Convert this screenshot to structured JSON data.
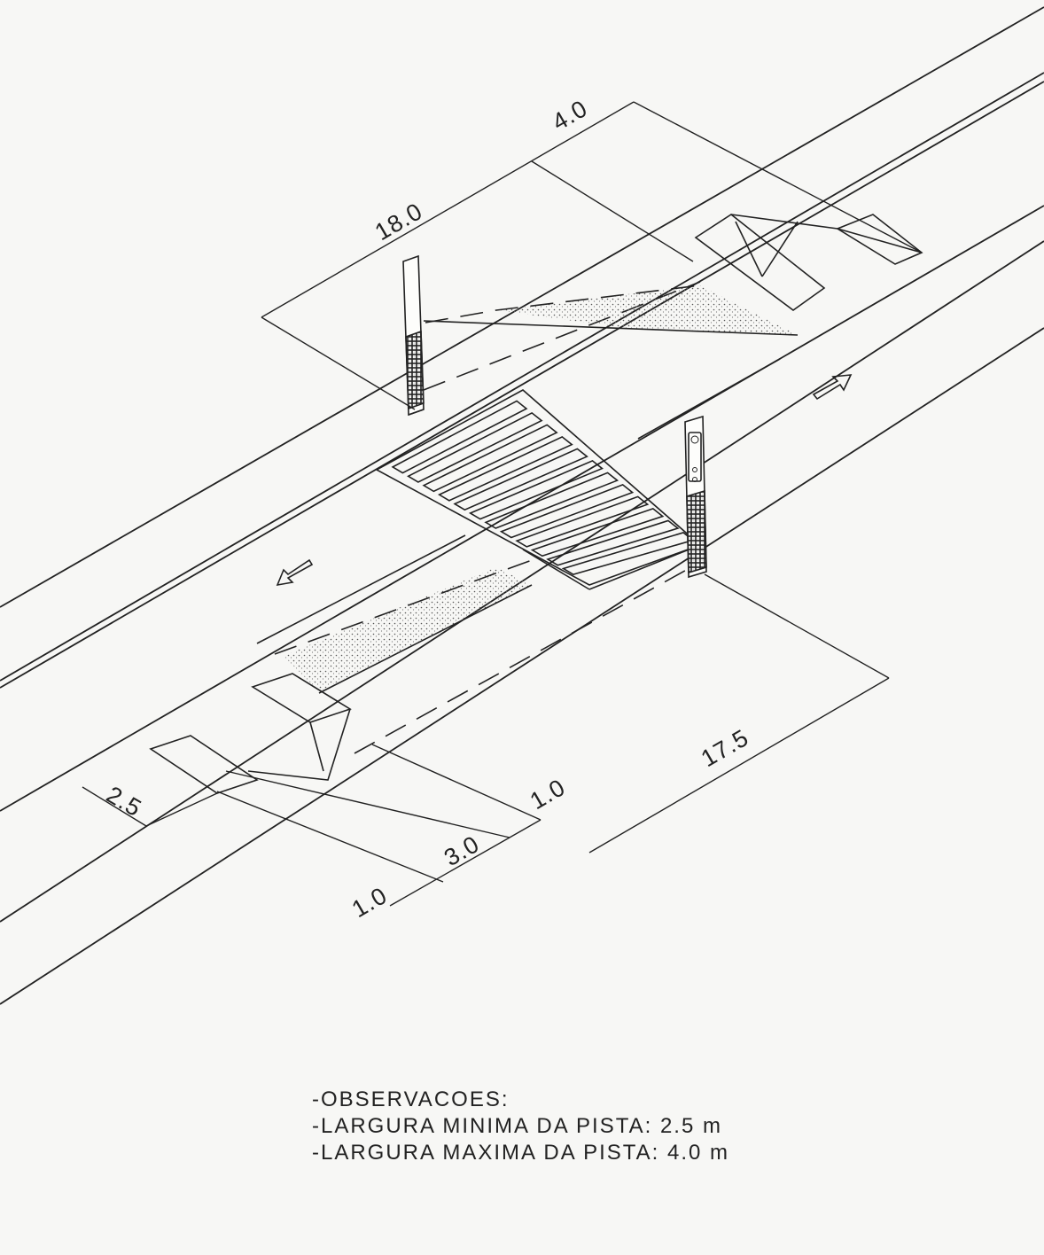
{
  "dimensions": {
    "approach_top": "18.0",
    "stopline_gap_top": "4.0",
    "approach_bottom": "17.5",
    "lane_width": "2.5",
    "offset_left": "1.0",
    "crosswalk_width": "3.0",
    "offset_right": "1.0"
  },
  "notes": {
    "heading": "-OBSERVACOES:",
    "min_width": "-LARGURA MINIMA DA PISTA: 2.5 m",
    "max_width": "-LARGURA MAXIMA DA PISTA: 4.0 m"
  }
}
